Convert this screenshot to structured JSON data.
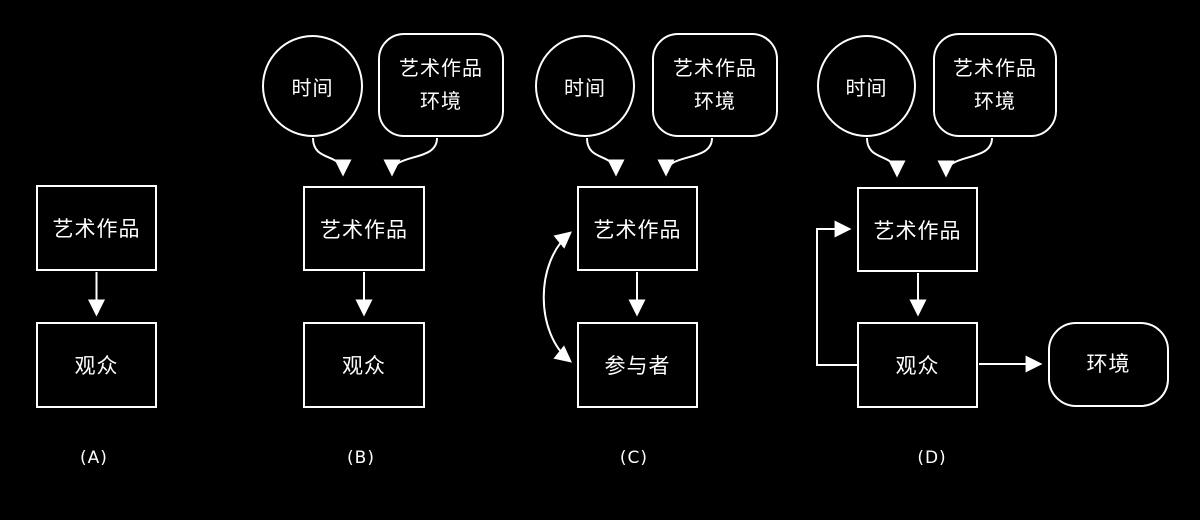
{
  "title": "artwork-audience relationship diagrams",
  "colors": {
    "background": "#000000",
    "stroke": "#ffffff",
    "text": "#ffffff"
  },
  "diagrams": [
    {
      "id": "A",
      "label": "(A)",
      "nodes": {
        "artwork": "艺术作品",
        "audience": "观众"
      }
    },
    {
      "id": "B",
      "label": "(B)",
      "nodes": {
        "time": "时间",
        "context_line1": "艺术作品",
        "context_line2": "环境",
        "artwork": "艺术作品",
        "audience": "观众"
      }
    },
    {
      "id": "C",
      "label": "(C)",
      "nodes": {
        "time": "时间",
        "context_line1": "艺术作品",
        "context_line2": "环境",
        "artwork": "艺术作品",
        "participant": "参与者"
      }
    },
    {
      "id": "D",
      "label": "(D)",
      "nodes": {
        "time": "时间",
        "context_line1": "艺术作品",
        "context_line2": "环境",
        "artwork": "艺术作品",
        "audience": "观众",
        "environment": "环境"
      }
    }
  ]
}
